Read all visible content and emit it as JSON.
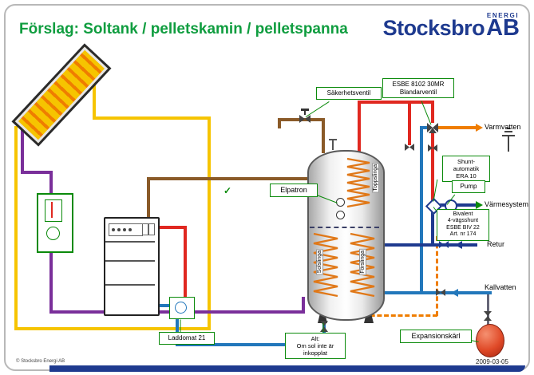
{
  "header": {
    "title": "Förslag: Soltank / pelletskamin / pelletspanna",
    "logo_name": "Stocksbro",
    "logo_ab": "AB",
    "logo_energi": "ENERGI"
  },
  "labels": {
    "sakerhetsventil": "Säkerhetsventil",
    "esbe_line1": "ESBE 8102 30MR",
    "esbe_line2": "Blandarventil",
    "elpatron": "Elpatron",
    "shunt_line1": "Shunt-",
    "shunt_line2": "automatik",
    "shunt_line3": "ERA 10",
    "pump": "Pump",
    "bivalent_line1": "Bivalent",
    "bivalent_line2": "4-vägsshunt",
    "bivalent_line3": "ESBE BIV 22",
    "bivalent_line4": "Art. nr 174",
    "laddomat": "Laddomat 21",
    "alt_line1": "Alt:",
    "alt_line2": "Om sol inte är",
    "alt_line3": "inkopplat",
    "expansionskarl": "Expansionskärl"
  },
  "tank": {
    "coil_top": "Toppslinga",
    "coil_solar": "Solslinga",
    "coil_front": "Förslinga"
  },
  "outputs": {
    "varmvatten": "Varmvatten",
    "varmesystem": "Värmesystem",
    "retur": "Retur",
    "kallvatten": "Kallvatten"
  },
  "icons": {
    "check_glyph": "✓"
  },
  "footer": {
    "copyright": "© Stocksbro Energi AB",
    "date": "2009-03-05"
  },
  "colors": {
    "title_green": "#0f9d3f",
    "logo_navy": "#1e3a8f",
    "label_border_green": "#0a8a0a",
    "pipe_yellow": "#f6c400",
    "pipe_purple": "#7a2f9a",
    "pipe_brown": "#8a5a28",
    "pipe_red": "#e02820",
    "pipe_orange": "#ef7d00",
    "pipe_blue": "#2277bb",
    "pipe_navy": "#1e3a8f",
    "footer_bar": "#1e3a8f"
  }
}
